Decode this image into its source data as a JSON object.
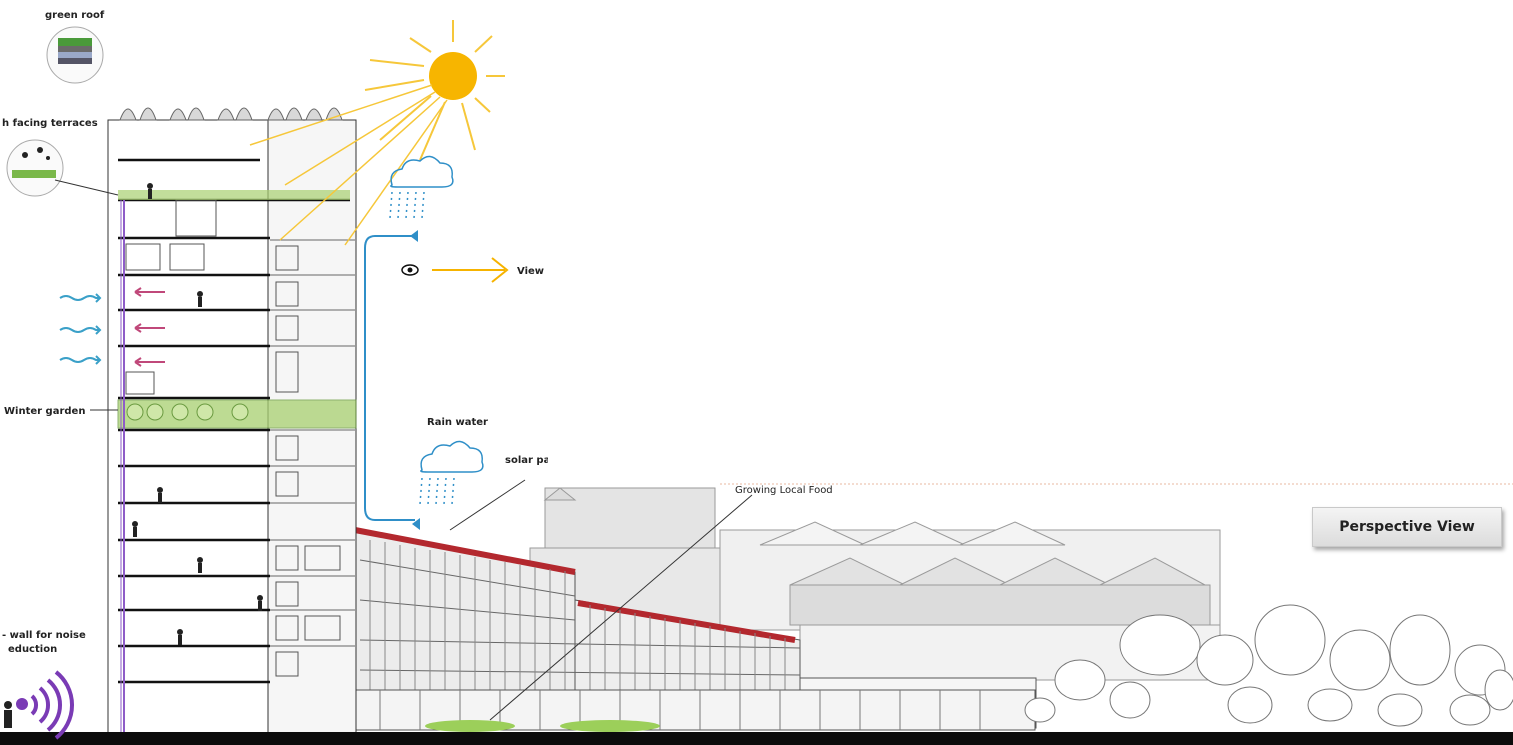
{
  "labels": {
    "green_roof": "green roof",
    "terraces": "h facing terraces",
    "view": "View",
    "winter_garden": "Winter garden",
    "rain_water": "Rain water",
    "solar_panels": "solar pa",
    "growing_food": "Growing Local Food",
    "noise_wall_line1": "- wall for noise",
    "noise_wall_line2": "eduction"
  },
  "button": {
    "perspective_view": "Perspective View"
  },
  "colors": {
    "sun": "#f7b500",
    "sun_rays": "#f6c73a",
    "rain": "#2f8fc8",
    "wind": "#3aa0c8",
    "warm_air": "#c0487a",
    "green": "#a8d070",
    "roof_red": "#b3282e",
    "noise": "#7a3bb5",
    "riser": "#8e5cc8"
  }
}
